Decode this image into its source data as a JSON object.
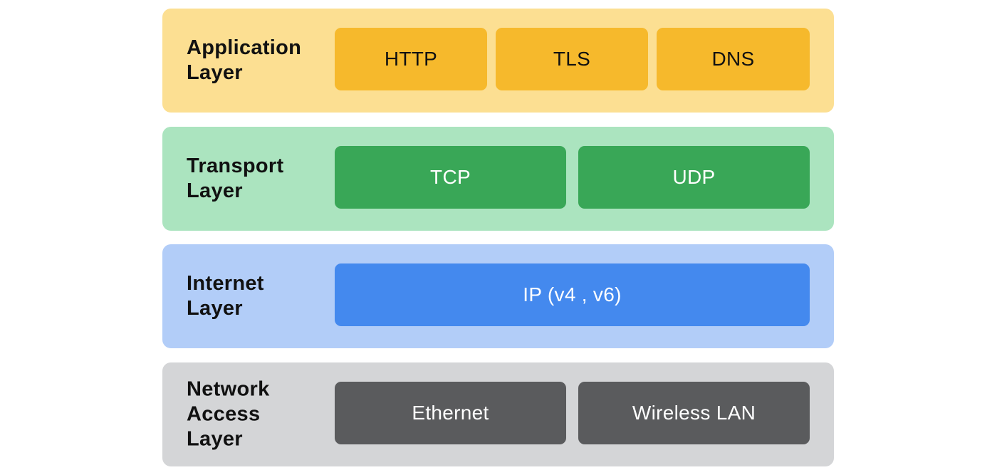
{
  "layers": [
    {
      "label": "Application\nLayer",
      "bg_color": "#fcdf92",
      "box_color": "#f6b92c",
      "text_color": "#111111",
      "boxes": [
        "HTTP",
        "TLS",
        "DNS"
      ]
    },
    {
      "label": "Transport\nLayer",
      "bg_color": "#abe4bf",
      "box_color": "#39a757",
      "text_color": "#ffffff",
      "boxes": [
        "TCP",
        "UDP"
      ]
    },
    {
      "label": "Internet\nLayer",
      "bg_color": "#b2cdf8",
      "box_color": "#4489ee",
      "text_color": "#ffffff",
      "boxes": [
        "IP (v4 , v6)"
      ]
    },
    {
      "label": "Network\nAccess\nLayer",
      "bg_color": "#d4d5d7",
      "box_color": "#5a5b5d",
      "text_color": "#ffffff",
      "boxes": [
        "Ethernet",
        "Wireless LAN"
      ]
    }
  ]
}
